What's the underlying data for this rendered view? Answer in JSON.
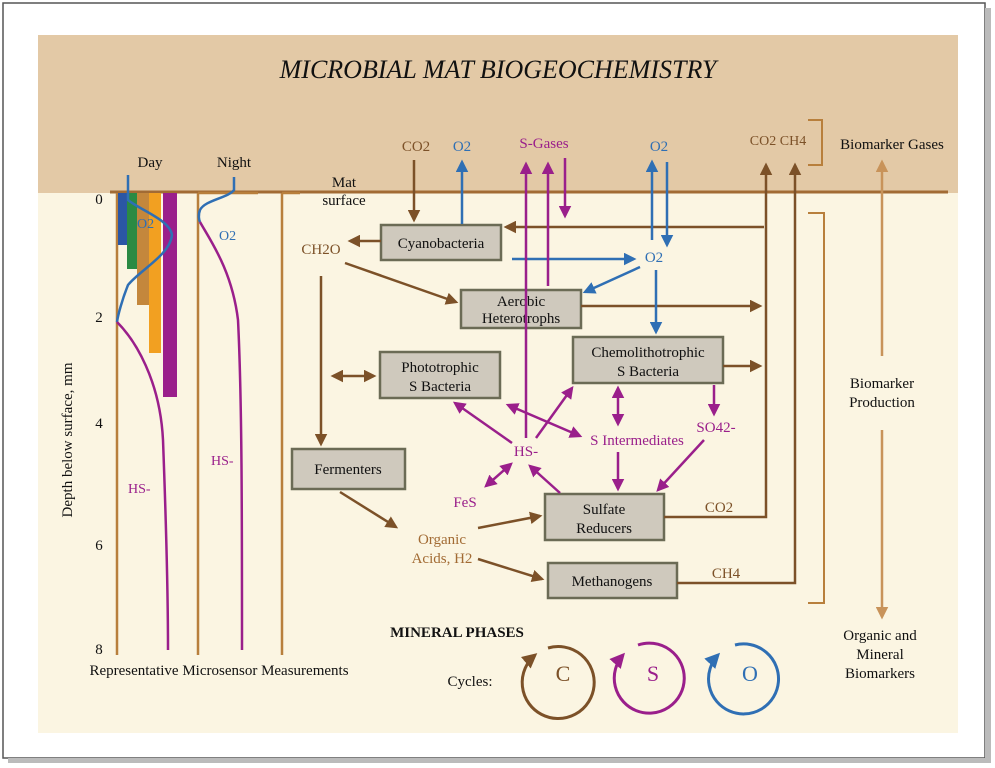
{
  "title": "MICROBIAL MAT BIOGEOCHEMISTRY",
  "colors": {
    "background_top": "#e3c9a6",
    "background_bottom": "#fbf5e2",
    "brown": "#7c5128",
    "purple": "#9a1f8b",
    "blue": "#2f6fb4",
    "orange_light": "#b87f3c",
    "box_fill": "#cfc9bd",
    "box_border": "#6b6b55",
    "bar_blue": "#2b56a4",
    "bar_green": "#2b8a43",
    "bar_tan": "#c4873c",
    "bar_orange": "#f2a021",
    "bar_purple": "#9a1f8b"
  },
  "sensor": {
    "day_label": "Day",
    "night_label": "Night",
    "y_axis_label": "Depth below surface, mm",
    "ticks": [
      "0",
      "2",
      "4",
      "6",
      "8"
    ],
    "o2_label_day": "O2",
    "o2_label_night": "O2",
    "hs_label_day": "HS-",
    "hs_label_night": "HS-",
    "caption": "Representative Microsensor Measurements"
  },
  "mat_surface": {
    "line1": "Mat",
    "line2": "surface"
  },
  "gases": {
    "co2_left": "CO2",
    "o2_left": "O2",
    "s_gases": "S-Gases",
    "o2_right": "O2",
    "co2_ch4": "CO2 CH4"
  },
  "boxes": {
    "cyanobacteria": "Cyanobacteria",
    "aerobic_1": "Aerobic",
    "aerobic_2": "Heterotrophs",
    "phototrophic_1": "Phototrophic",
    "phototrophic_2": "S Bacteria",
    "chemolithotrophic_1": "Chemolithotrophic",
    "chemolithotrophic_2": "S Bacteria",
    "fermenters": "Fermenters",
    "sulfate_reducers_1": "Sulfate",
    "sulfate_reducers_2": "Reducers",
    "methanogens": "Methanogens"
  },
  "species": {
    "ch2o": "CH2O",
    "o2_mid": "O2",
    "hs": "HS-",
    "s_intermediates": "S Intermediates",
    "so4": "SO42-",
    "fes": "FeS",
    "organic_1": "Organic",
    "organic_2": "Acids, H2",
    "co2_sr": "CO2",
    "ch4_mg": "CH4"
  },
  "right_panel": {
    "biomarker_gases": "Biomarker Gases",
    "biomarker_production_1": "Biomarker",
    "biomarker_production_2": "Production",
    "organic_mineral_1": "Organic and",
    "organic_mineral_2": "Mineral",
    "organic_mineral_3": "Biomarkers"
  },
  "mineral_phases": "MINERAL PHASES",
  "cycles": {
    "label": "Cycles:",
    "c": "C",
    "s": "S",
    "o": "O"
  }
}
